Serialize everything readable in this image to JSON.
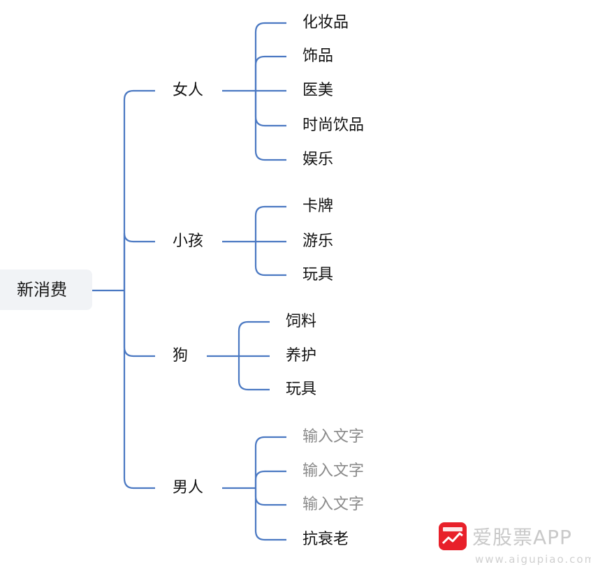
{
  "root": {
    "label": "新消费"
  },
  "branches": [
    {
      "label": "女人",
      "children": [
        {
          "label": "化妆品"
        },
        {
          "label": "饰品"
        },
        {
          "label": "医美"
        },
        {
          "label": "时尚饮品"
        },
        {
          "label": "娱乐"
        }
      ]
    },
    {
      "label": "小孩",
      "children": [
        {
          "label": "卡牌"
        },
        {
          "label": "游乐"
        },
        {
          "label": "玩具"
        }
      ]
    },
    {
      "label": "狗",
      "children": [
        {
          "label": "饲料"
        },
        {
          "label": "养护"
        },
        {
          "label": "玩具"
        }
      ]
    },
    {
      "label": "男人",
      "children": [
        {
          "label": "输入文字",
          "placeholder": true
        },
        {
          "label": "输入文字",
          "placeholder": true
        },
        {
          "label": "输入文字",
          "placeholder": true
        },
        {
          "label": "抗衰老"
        }
      ]
    }
  ],
  "watermark": {
    "brand": "爱股票APP",
    "url": "www.aigupiao.com",
    "logo_color": "#e8202a"
  },
  "colors": {
    "connector": "#4a78c2",
    "root_bg": "#f1f3f6",
    "placeholder_text": "#8a8a8a"
  }
}
